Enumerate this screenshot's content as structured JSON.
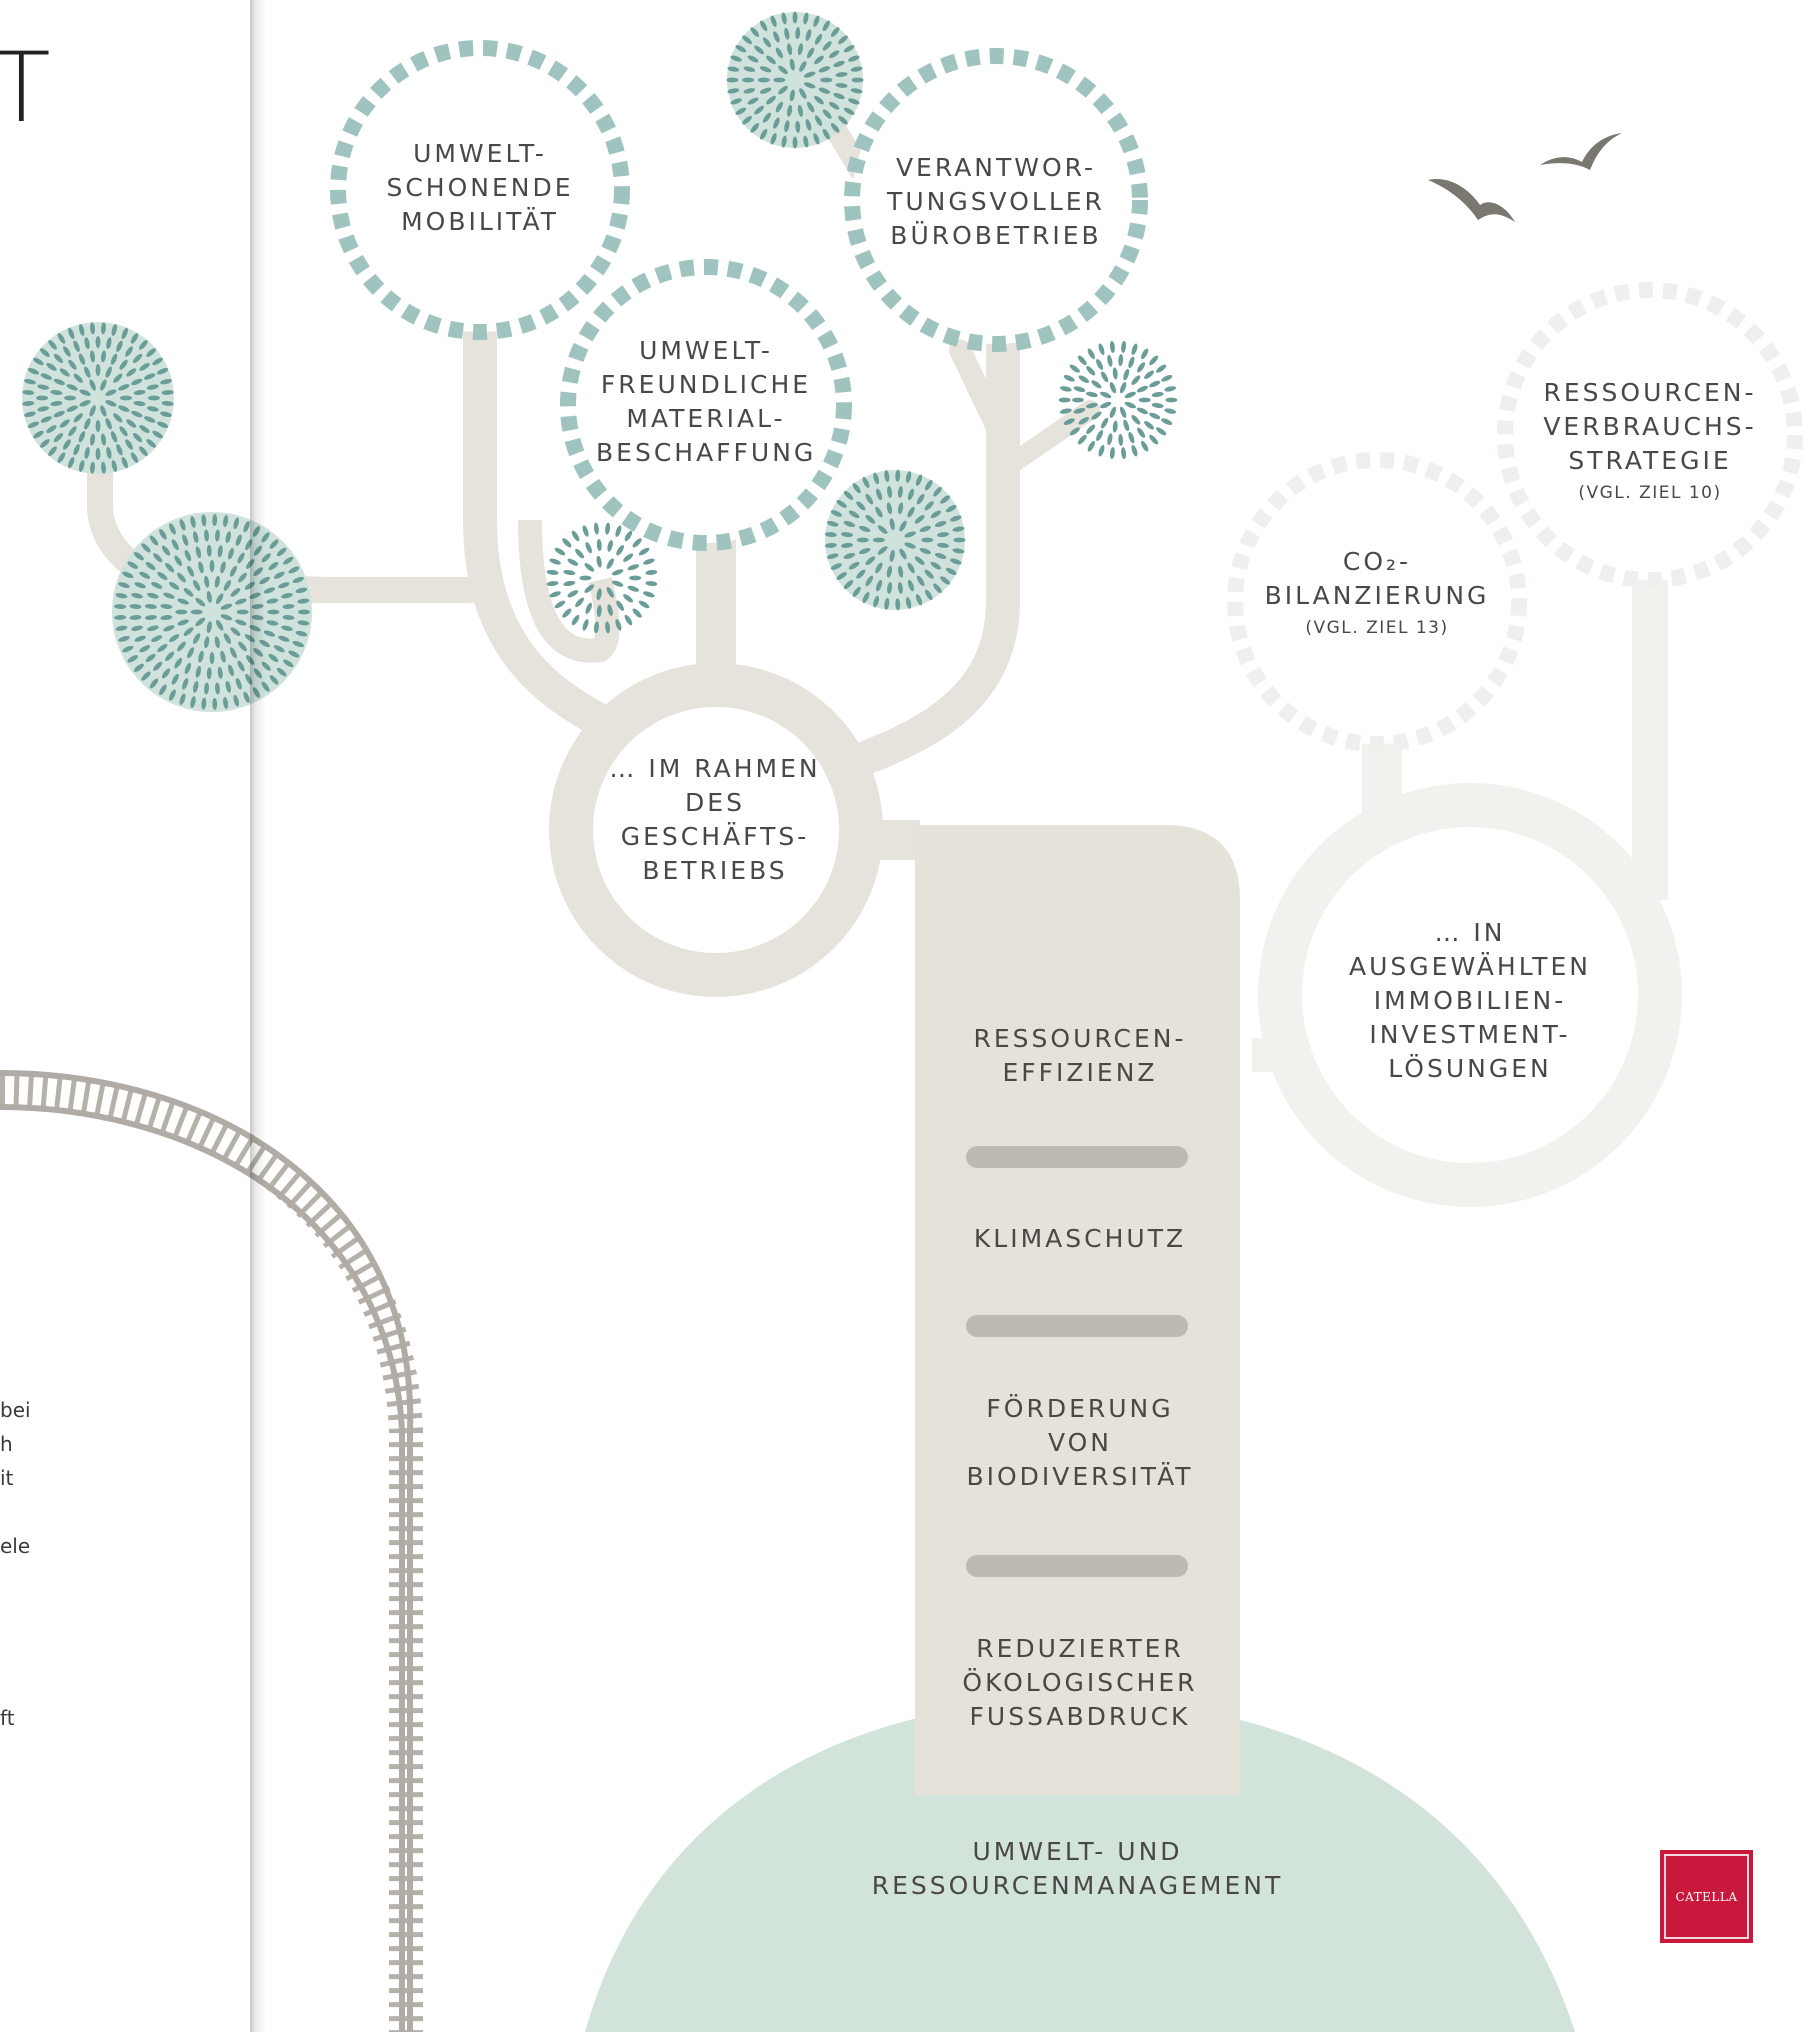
{
  "left_page": {
    "partial_letter": "T",
    "fragments": [
      "bei",
      "h",
      "it",
      "ele",
      "ft"
    ]
  },
  "tree": {
    "root": "UMWELT- UND RESSOURCENMANAGEMENT",
    "trunk": [
      "RESSOURCEN-EFFIZIENZ",
      "KLIMASCHUTZ",
      "FÖRDERUNG VON BIODIVERSITÄT",
      "REDUZIERTER ÖKOLOGISCHER FUßABDRUCK"
    ],
    "branch_left": {
      "title": "… IM RAHMEN DES GESCHÄFTS-BETRIEBS",
      "leaves": [
        {
          "title": "UMWELT-SCHONENDE MOBILITÄT"
        },
        {
          "title": "UMWELT-FREUNDLICHE MATERIAL-BESCHAFFUNG"
        },
        {
          "title": "VERANTWOR-TUNGSVOLLER BÜROBETRIEB"
        }
      ]
    },
    "branch_right": {
      "title": "… IN AUSGEWÄHLTEN IMMOBILIEN-INVESTMENT-LÖSUNGEN",
      "leaves": [
        {
          "title": "CO₂-BILANZIERUNG",
          "note": "(VGL. ZIEL 13)"
        },
        {
          "title": "RESSOURCEN-VERBRAUCHS-STRATEGIE",
          "note": "(VGL. ZIEL 10)"
        }
      ]
    }
  },
  "logo": {
    "text": "CATELLA",
    "color": "#c8193c"
  },
  "colors": {
    "trunk": "#e5e2da",
    "branch": "#e6e3dc",
    "leaf_ring": "#9fc4bf",
    "leaf_ring_light": "#eef0ed",
    "hill": "#d2e3da",
    "bird": "#7a7670",
    "rail": "#b5b1aa",
    "puff": "#cfe2dc",
    "puff_leaf": "#6a9c98"
  }
}
